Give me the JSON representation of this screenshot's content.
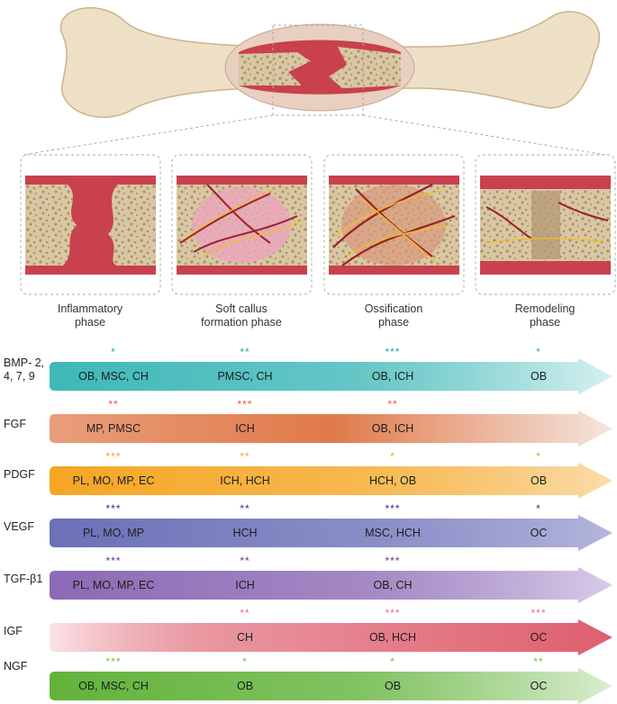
{
  "phases": [
    {
      "label": "Inflammatory\nphase"
    },
    {
      "label": "Soft callus\nformation phase"
    },
    {
      "label": "Ossification\nphase"
    },
    {
      "label": "Remodeling\nphase"
    }
  ],
  "factors": [
    {
      "name": "BMP- 2,\n4, 7, 9",
      "color": "#3fb8b8",
      "fade": "#d8f1f1",
      "cells": [
        "OB, MSC, CH",
        "PMSC, CH",
        "OB, ICH",
        "OB"
      ],
      "stars": [
        "*",
        "**",
        "***",
        "*"
      ]
    },
    {
      "name": "FGF",
      "color": "#e07a4a",
      "fade": "#f5e6df",
      "cells": [
        "MP, PMSC",
        "ICH",
        "OB, ICH",
        ""
      ],
      "stars": [
        "**",
        "***",
        "**",
        ""
      ]
    },
    {
      "name": "PDGF",
      "color": "#f5a623",
      "fade": "#fbdcaa",
      "cells": [
        "PL, MO, MP, EC",
        "ICH, HCH",
        "HCH, OB",
        "OB"
      ],
      "stars": [
        "***",
        "**",
        "*",
        "*"
      ]
    },
    {
      "name": "VEGF",
      "color": "#6b70b8",
      "fade": "#b4b6dc",
      "cells": [
        "PL, MO, MP",
        "HCH",
        "MSC, HCH",
        "OC"
      ],
      "stars": [
        "***",
        "**",
        "***",
        "*"
      ]
    },
    {
      "name": "TGF-β1",
      "color": "#8c6ab5",
      "fade": "#d8cbe8",
      "cells": [
        "PL, MO, MP, EC",
        "ICH",
        "OB, CH",
        ""
      ],
      "stars": [
        "***",
        "**",
        "***",
        ""
      ]
    },
    {
      "name": "IGF",
      "color": "#de5f6e",
      "fade": "#fbe4e7",
      "cells": [
        "",
        "CH",
        "OB, HCH",
        "OC"
      ],
      "stars": [
        "",
        "**",
        "***",
        "***"
      ]
    },
    {
      "name": "NGF",
      "color": "#62b33a",
      "fade": "#dbeed2",
      "cells": [
        "OB, MSC, CH",
        "OB",
        "OB",
        "OC"
      ],
      "stars": [
        "***",
        "*",
        "*",
        "**"
      ]
    }
  ],
  "star_colors": [
    "#2aa6a6",
    "#e8553a",
    "#f0a030",
    "#2c3494",
    "#6c2f8c",
    "#e36f92",
    "#7cbf3a"
  ]
}
